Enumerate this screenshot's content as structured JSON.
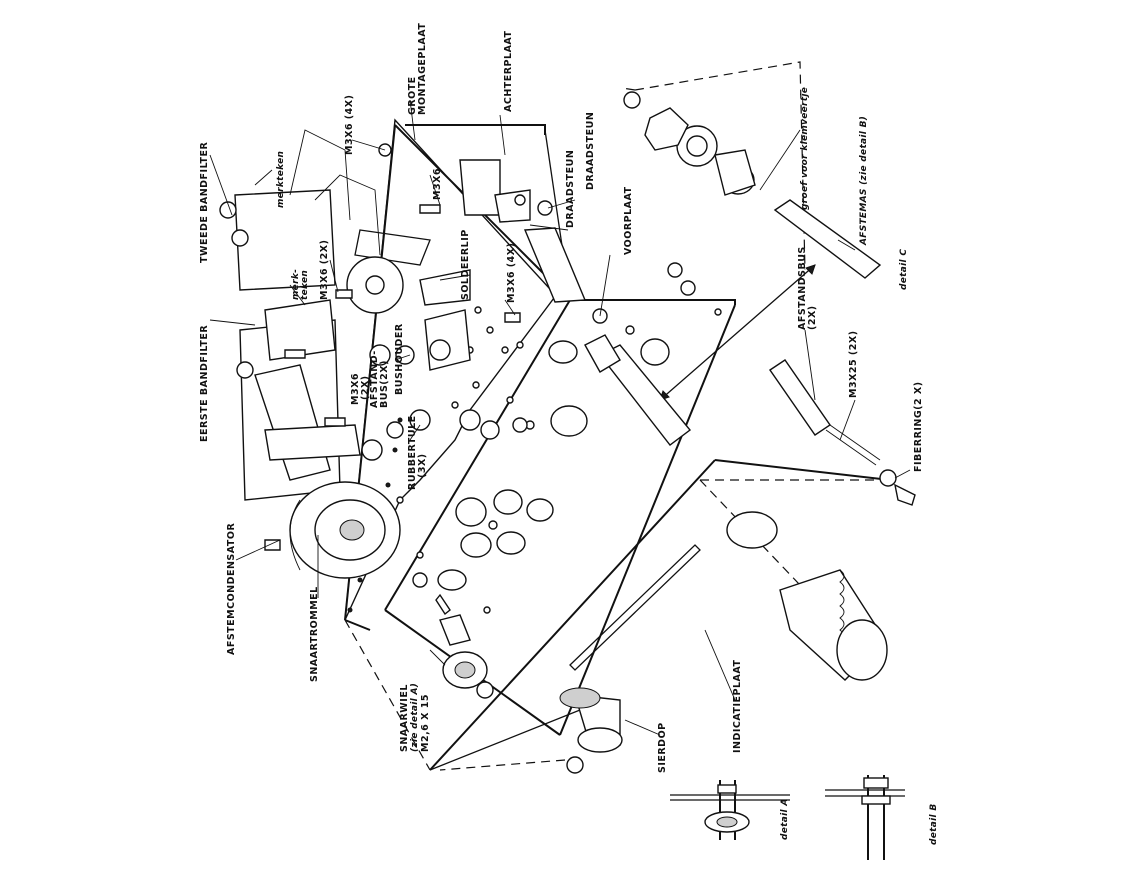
{
  "labels": {
    "tweede_bandfilter": "TWEEDE BANDFILTER",
    "eerste_bandfilter": "EERSTE BANDFILTER",
    "afstemcondensator": "AFSTEMCONDENSATOR",
    "snaartrommel": "SNAARTROMMEL",
    "snaarwiel_line1": "SNAARWIEL",
    "snaarwiel_line2": "(zie detail A)",
    "snaarwiel_line3": "M2,6 X 15",
    "merkteken_1": "merkteken",
    "merkteken_2_line1": "merk-",
    "merkteken_2_line2": "teken",
    "m3x6_4x_top": "M3X6 (4X)",
    "m3x6_2x": "M3X6 (2X)",
    "m3x6": "M3X6",
    "m3x6_4x_mid": "M3X6 (4X)",
    "m3x6_small": "M3X6",
    "m3x6_small_2": "(2X)",
    "afstandbus_small_line1": "AFSTAND-",
    "afstandbus_small_line2": "BUS(2X)",
    "grote_montageplaat_line1": "GROTE",
    "grote_montageplaat_line2": "MONTAGEPLAAT",
    "achterplaat": "ACHTERPLAAT",
    "draadsteun_upper": "DRAADSTEUN",
    "draadsteun_lower": "DRAADSTEUN",
    "voorplaat": "VOORPLAAT",
    "soldeerlip": "SOLDEERLIP",
    "bushouder": "BUSHOUDER",
    "rubberrtule_line1": "RUBBERTULE",
    "rubberrtule_line2": "(3X)",
    "afstandsbus_line1": "AFSTANDSBUS",
    "afstandsbus_line2": "(2X)",
    "m3x25": "M3X25 (2X)",
    "fiberring": "FIBERRING(2 X)",
    "indicatieplaat": "INDICATIEPLAAT",
    "sierdop": "SIERDOP",
    "groef_voor_klemveertje": "groef voor klemveertje",
    "afstemas": "AFSTEMAS (zie detail B)",
    "detail_c": "detail C",
    "detail_a": "detail A",
    "detail_b": "detail B"
  },
  "colors": {
    "ink": "#111111",
    "paper": "#ffffff",
    "shade": "#cfcfcf"
  },
  "icons": {
    "nut": "hex-nut-glyph",
    "screw": "screw-glyph",
    "washer": "washer-glyph"
  }
}
